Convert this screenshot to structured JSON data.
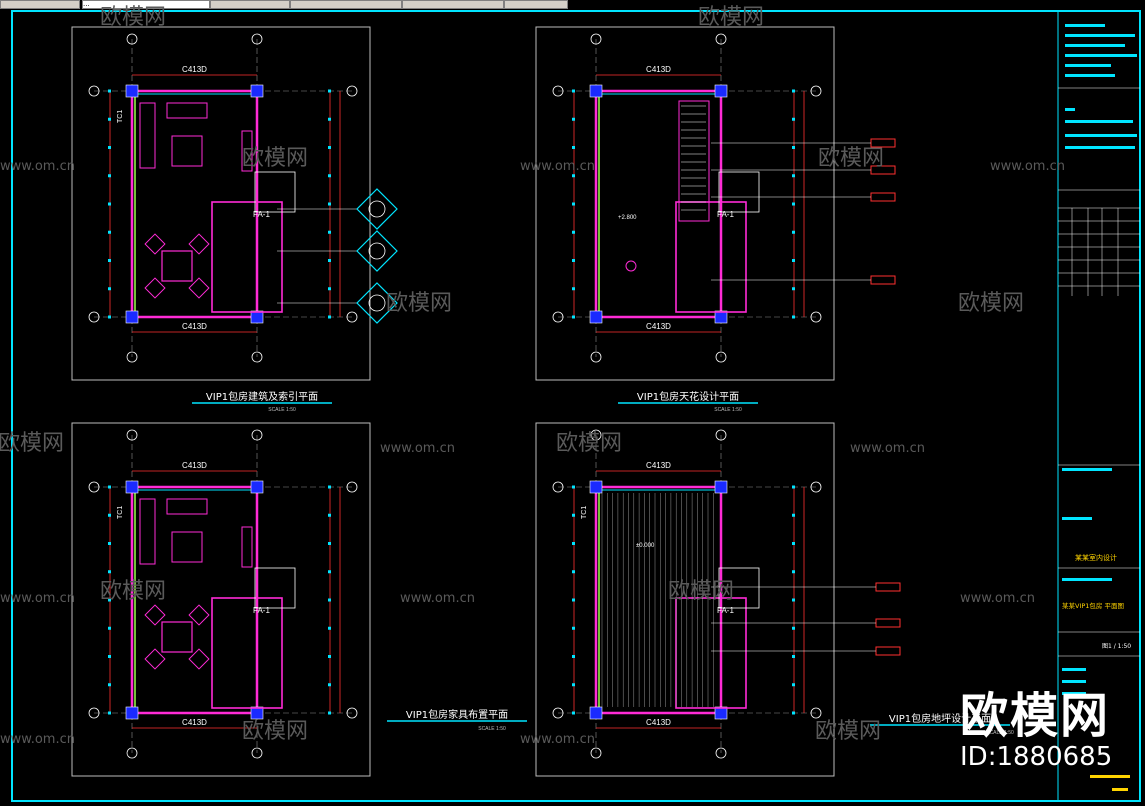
{
  "tabs": [
    {
      "label": "",
      "active": false
    },
    {
      "label": "...",
      "active": true
    },
    {
      "label": "",
      "active": false
    },
    {
      "label": "",
      "active": false
    },
    {
      "label": "",
      "active": false
    },
    {
      "label": "",
      "active": false
    }
  ],
  "plans": [
    {
      "title": "VIP1包房建筑及索引平面",
      "scale": "SCALE  1:50",
      "dim_top": "C413D",
      "dim_bottom": "C413D",
      "side_label": "TC1"
    },
    {
      "title": "VIP1包房天花设计平面",
      "scale": "SCALE  1:50",
      "dim_top": "C413D",
      "dim_bottom": "C413D",
      "side_label": ""
    },
    {
      "title": "VIP1包房家具布置平面",
      "scale": "SCALE  1:50",
      "dim_top": "C413D",
      "dim_bottom": "C413D",
      "side_label": "TC1"
    },
    {
      "title": "VIP1包房地坪设计平面",
      "scale": "SCALE  1:50",
      "dim_top": "C413D",
      "dim_bottom": "C413D",
      "side_label": "TC1"
    }
  ],
  "watermark": {
    "brand": "欧模网",
    "url": "www.om.cn"
  },
  "title_block": {
    "line1": "某某室内设计",
    "line2": "某某VIP1包房 平面图",
    "scale": "图1 / 1:50"
  },
  "badge": {
    "brand": "欧模网",
    "id": "ID:1880685"
  },
  "colors": {
    "frame": "#00e5ff",
    "wall": "#ff2bd6",
    "dim": "#ff3030",
    "bubble": "#1a2aff",
    "grid": "#8c8c8c",
    "text": "#ffffff"
  }
}
